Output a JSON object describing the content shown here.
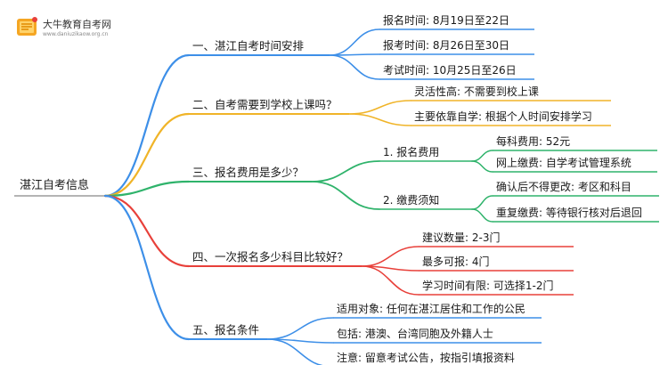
{
  "logo": {
    "title": "大牛教育自考网",
    "url": "www.daniuzikaow.org.cn"
  },
  "root": {
    "label": "湛江自考信息"
  },
  "branches": [
    {
      "label": "一、湛江自考时间安排",
      "color": "#3d8fe8",
      "children": [
        {
          "label": "报名时间: 8月19日至22日"
        },
        {
          "label": "报考时间: 8月26日至30日"
        },
        {
          "label": "考试时间: 10月25日至26日"
        }
      ]
    },
    {
      "label": "二、自考需要到学校上课吗？",
      "color": "#f0b428",
      "children": [
        {
          "label": "灵活性高: 不需要到校上课"
        },
        {
          "label": "主要依靠自学: 根据个人时间安排学习"
        }
      ]
    },
    {
      "label": "三、报名费用是多少？",
      "color": "#2fb36b",
      "children": [
        {
          "label": "1. 报名费用",
          "children": [
            {
              "label": "每科费用: 52元"
            },
            {
              "label": "网上缴费: 自学考试管理系统"
            }
          ]
        },
        {
          "label": "2. 缴费须知",
          "children": [
            {
              "label": "确认后不得更改: 考区和科目"
            },
            {
              "label": "重复缴费: 等待银行核对后退回"
            }
          ]
        }
      ]
    },
    {
      "label": "四、一次报名多少科目比较好？",
      "color": "#e8403a",
      "children": [
        {
          "label": "建议数量: 2-3门"
        },
        {
          "label": "最多可报: 4门"
        },
        {
          "label": "学习时间有限: 可选择1-2门"
        }
      ]
    },
    {
      "label": "五、报名条件",
      "color": "#3d8fe8",
      "children": [
        {
          "label": "适用对象: 任何在湛江居住和工作的公民"
        },
        {
          "label": "包括: 港澳、台湾同胞及外籍人士"
        },
        {
          "label": "注意: 留意考试公告，按指引填报资料"
        }
      ]
    }
  ]
}
